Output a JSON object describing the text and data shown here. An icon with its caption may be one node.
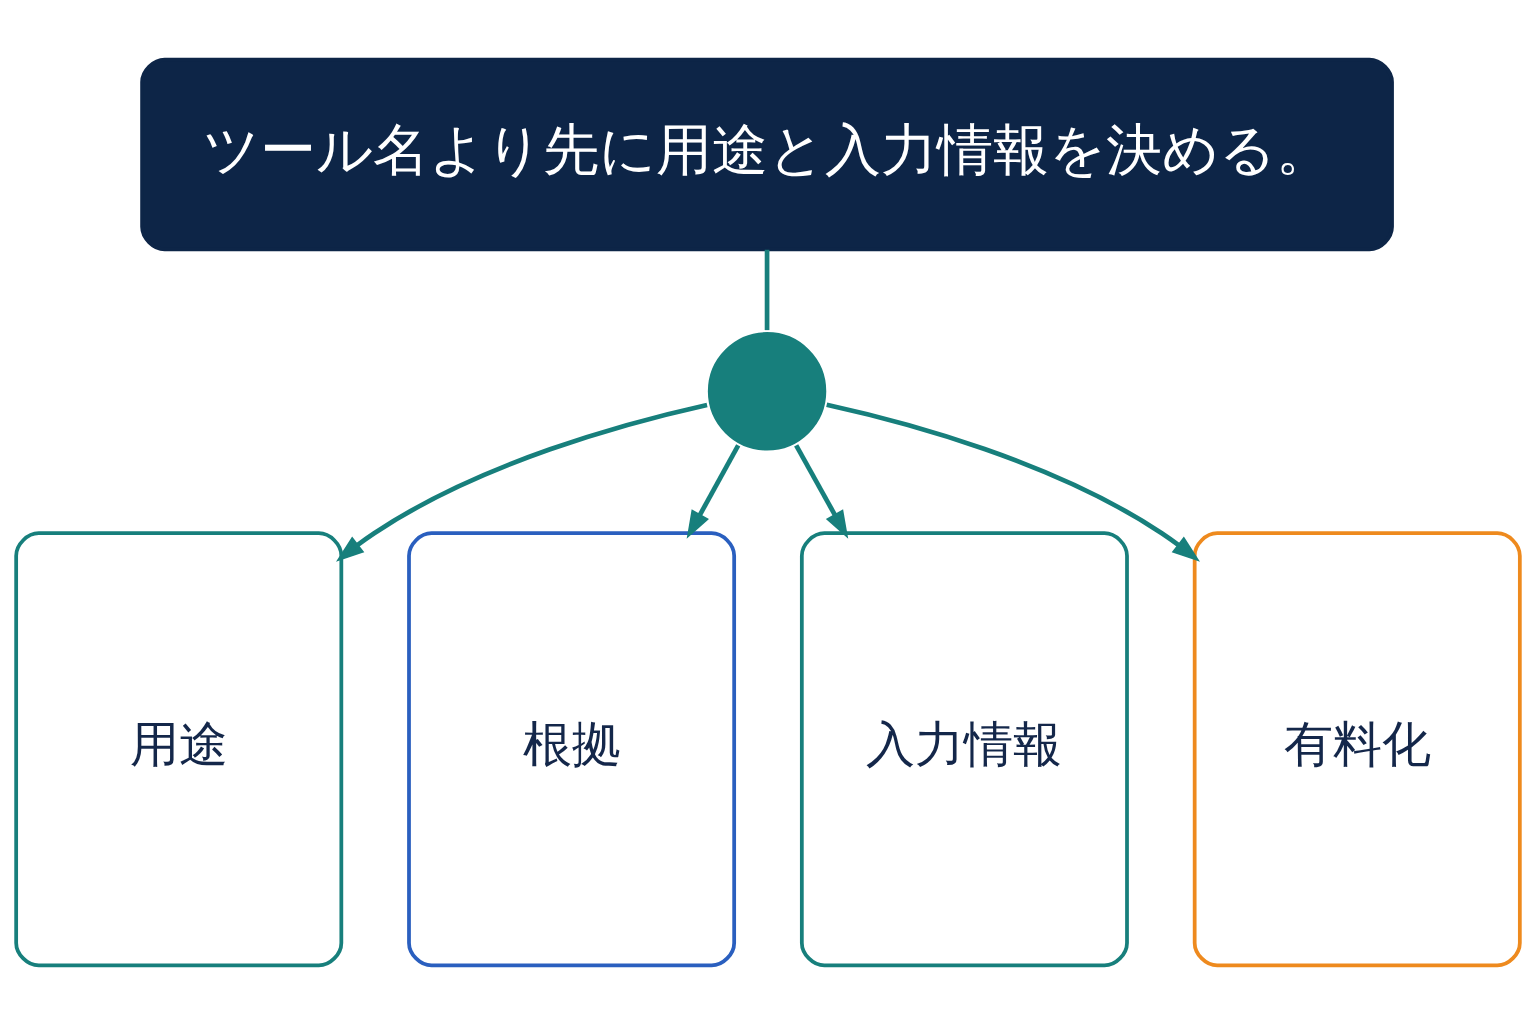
{
  "diagram": {
    "nodes": [
      {
        "text": [
          "ツール名より先に用途と入力情報を決める。"
        ]
      },
      {
        "text": [],
        "shape": "circle"
      },
      {
        "text": [
          "用途"
        ]
      },
      {
        "text": [
          "根拠"
        ]
      },
      {
        "text": [
          "入力情報"
        ]
      },
      {
        "text": [
          "有料化"
        ]
      }
    ],
    "edges": [
      {
        "from": 0,
        "to": 1,
        "arrow": "none"
      },
      {
        "from": 1,
        "to": 2,
        "arrow": "to"
      },
      {
        "from": 1,
        "to": 3,
        "arrow": "to"
      },
      {
        "from": 1,
        "to": 4,
        "arrow": "to"
      },
      {
        "from": 1,
        "to": 5,
        "arrow": "to"
      }
    ]
  }
}
